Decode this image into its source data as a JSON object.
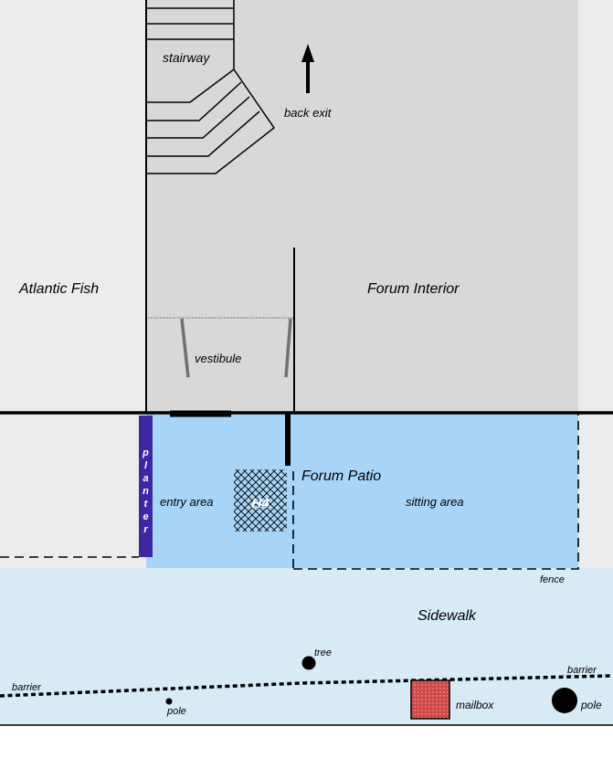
{
  "labels": {
    "stairway": "stairway",
    "back_exit": "back exit",
    "atlantic_fish": "Atlantic Fish",
    "forum_interior": "Forum Interior",
    "vestibule": "vestibule",
    "planter": [
      "p",
      "l",
      "a",
      "n",
      "t",
      "e",
      "r"
    ],
    "entry_area": "entry area",
    "marker": "H4",
    "forum_patio": "Forum Patio",
    "sitting_area": "sitting area",
    "fence": "fence",
    "sidewalk": "Sidewalk",
    "tree": "tree",
    "barrier_left": "barrier",
    "barrier_right": "barrier",
    "pole_small": "pole",
    "mailbox": "mailbox",
    "pole_large": "pole"
  },
  "colors": {
    "interior": "#d8d8d8",
    "neighbor": "#ececec",
    "patio": "#a8d4f8",
    "sidewalk": "#d8eaf4",
    "planter": "#3c28a0",
    "mailbox": "#d04848",
    "wall": "#000000",
    "door": "#707070"
  }
}
